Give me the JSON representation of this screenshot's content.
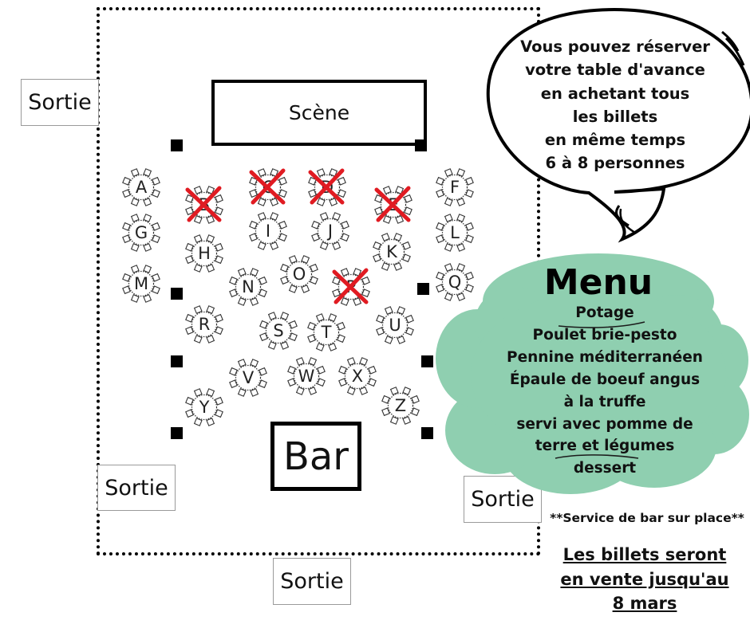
{
  "exits": [
    "Sortie",
    "Sortie",
    "Sortie",
    "Sortie"
  ],
  "stage_label": "Scène",
  "bar_label": "Bar",
  "tables": [
    {
      "id": "A",
      "reserved": false
    },
    {
      "id": "B",
      "reserved": true
    },
    {
      "id": "C",
      "reserved": true
    },
    {
      "id": "D",
      "reserved": true
    },
    {
      "id": "E",
      "reserved": true
    },
    {
      "id": "F",
      "reserved": false
    },
    {
      "id": "G",
      "reserved": false
    },
    {
      "id": "H",
      "reserved": false
    },
    {
      "id": "I",
      "reserved": false
    },
    {
      "id": "J",
      "reserved": false
    },
    {
      "id": "K",
      "reserved": false
    },
    {
      "id": "L",
      "reserved": false
    },
    {
      "id": "M",
      "reserved": false
    },
    {
      "id": "N",
      "reserved": false
    },
    {
      "id": "O",
      "reserved": false
    },
    {
      "id": "P",
      "reserved": true
    },
    {
      "id": "Q",
      "reserved": false
    },
    {
      "id": "R",
      "reserved": false
    },
    {
      "id": "S",
      "reserved": false
    },
    {
      "id": "T",
      "reserved": false
    },
    {
      "id": "U",
      "reserved": false
    },
    {
      "id": "V",
      "reserved": false
    },
    {
      "id": "W",
      "reserved": false
    },
    {
      "id": "X",
      "reserved": false
    },
    {
      "id": "Y",
      "reserved": false
    },
    {
      "id": "Z",
      "reserved": false
    }
  ],
  "bubble_lines": [
    "Vous pouvez réserver",
    "votre table d'avance",
    "en achetant tous",
    "les billets",
    "en même temps",
    "6 à 8 personnes"
  ],
  "menu": {
    "title": "Menu",
    "items": [
      "Potage",
      "Poulet brie-pesto",
      "Pennine méditerranéen",
      "Épaule de boeuf angus",
      "à la truffe",
      "servi avec pomme de",
      "terre et légumes",
      "dessert"
    ]
  },
  "service_note": "**Service de bar sur place**",
  "ticket_lines": [
    "Les billets seront",
    "en vente jusqu'au",
    "8 mars"
  ],
  "colors": {
    "cloud": "#8fcfb0",
    "cross": "#e01b22",
    "ink": "#000000"
  }
}
